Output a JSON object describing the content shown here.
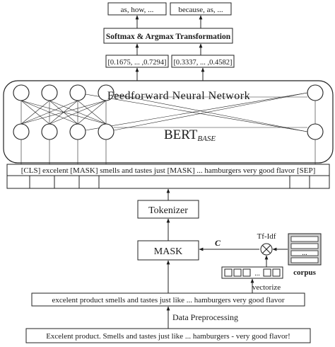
{
  "outputs": {
    "left": "as, how, ...",
    "right": "because, as, ..."
  },
  "softmax_label": "Softmax & Argmax Transformation",
  "vectors": {
    "left": "[0.1675, ... ,0.7294]",
    "right": "[0.3337, ... ,0.4582]"
  },
  "network": {
    "ffnn_label": "Feedforward Neural Network",
    "bert_label": "BERT",
    "bert_subscript": "BASE"
  },
  "masked_sentence": "[CLS] excelent [MASK] smells and tastes just [MASK] ... hamburgers very good flavor [SEP]",
  "tokenizer_label": "Tokenizer",
  "mask_label": "MASK",
  "c_label": "C",
  "tfidf_label": "Tf-Idf",
  "corpus_label": "corpus",
  "vectorize_label": "vectorize",
  "corpus_dots": "...",
  "vector_dots": "...",
  "clean_sentence": "excelent product smells and tastes just like ... hamburgers very good flavor",
  "preprocessing_label": "Data Preprocessing",
  "raw_sentence": "Excelent product. Smells and tastes just like ... hamburgers - very good flavor!"
}
